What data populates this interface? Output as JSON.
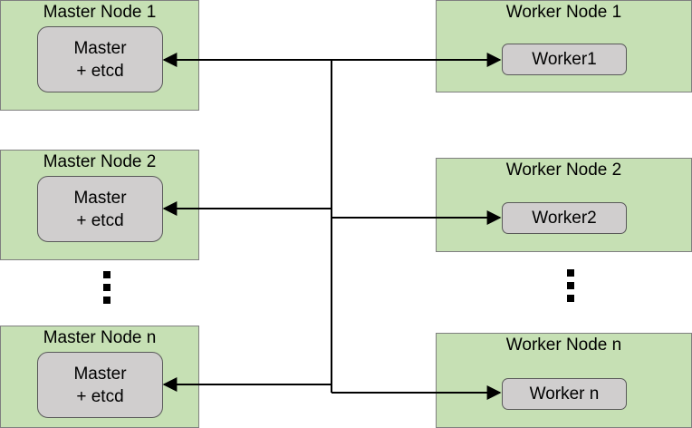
{
  "masters": [
    {
      "title": "Master Node 1",
      "line1": "Master",
      "line2": "+ etcd"
    },
    {
      "title": "Master Node 2",
      "line1": "Master",
      "line2": "+ etcd"
    },
    {
      "title": "Master Node n",
      "line1": "Master",
      "line2": "+ etcd"
    }
  ],
  "workers": [
    {
      "title": "Worker Node 1",
      "label": "Worker1"
    },
    {
      "title": "Worker Node 2",
      "label": "Worker2"
    },
    {
      "title": "Worker Node n",
      "label": "Worker n"
    }
  ],
  "colors": {
    "node_fill": "#c6e0b4",
    "component_fill": "#d0cece",
    "line": "#000000"
  }
}
